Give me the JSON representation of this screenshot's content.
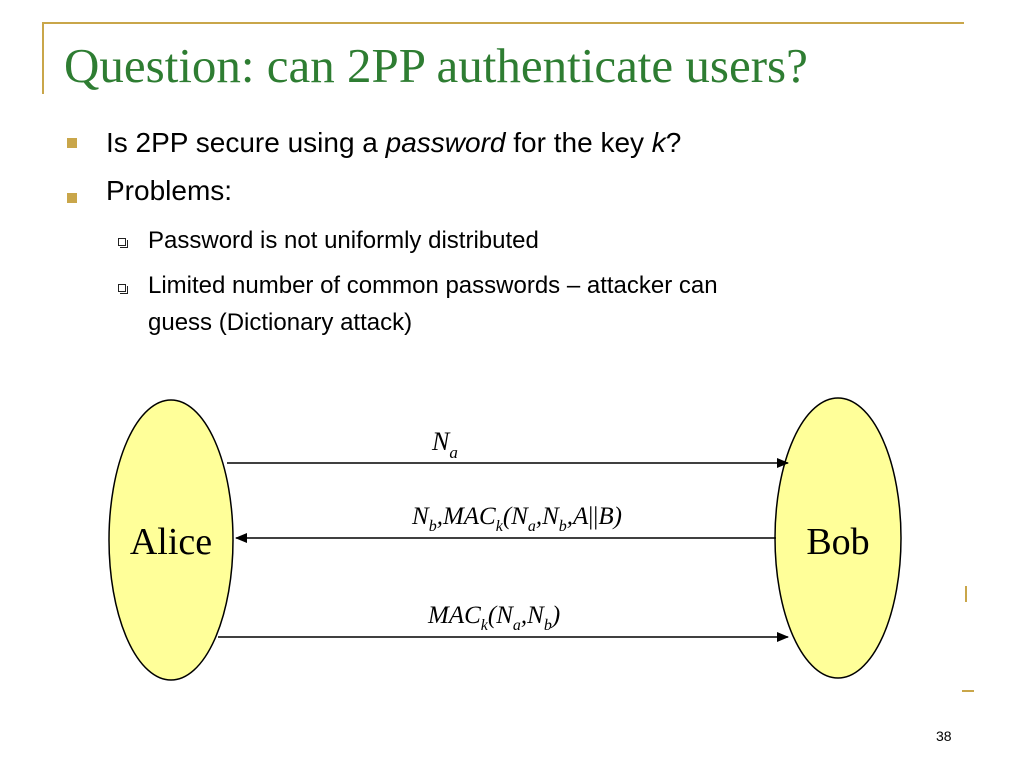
{
  "slide": {
    "title": "Question: can 2PP authenticate users?",
    "bullets": [
      {
        "pre": "Is 2PP secure using a ",
        "em1": "password",
        "mid": " for the key ",
        "em2": "k",
        "post": "?"
      },
      {
        "text": "Problems:"
      }
    ],
    "sub_bullets": [
      {
        "text": "Password is not uniformly distributed"
      },
      {
        "line1": "Limited number of common passwords – attacker can",
        "line2": "guess (Dictionary attack)"
      }
    ],
    "page_number": "38"
  },
  "diagram": {
    "alice_label": "Alice",
    "bob_label": "Bob",
    "party_fill": "#ffff99",
    "msg1": {
      "N": "N",
      "a": "a"
    },
    "msg2": {
      "N": "N",
      "b": "b",
      "mac": ",MAC",
      "k": "k",
      "open": "(N",
      "a": "a",
      "comma_N": ",N",
      "b2": "b",
      "A": ",A",
      "bars": "||",
      "B": "B)"
    },
    "msg3": {
      "mac": "MAC",
      "k": "k",
      "open": "(N",
      "a": "a",
      "comma_N": ",N",
      "b": "b",
      "close": ")"
    }
  }
}
